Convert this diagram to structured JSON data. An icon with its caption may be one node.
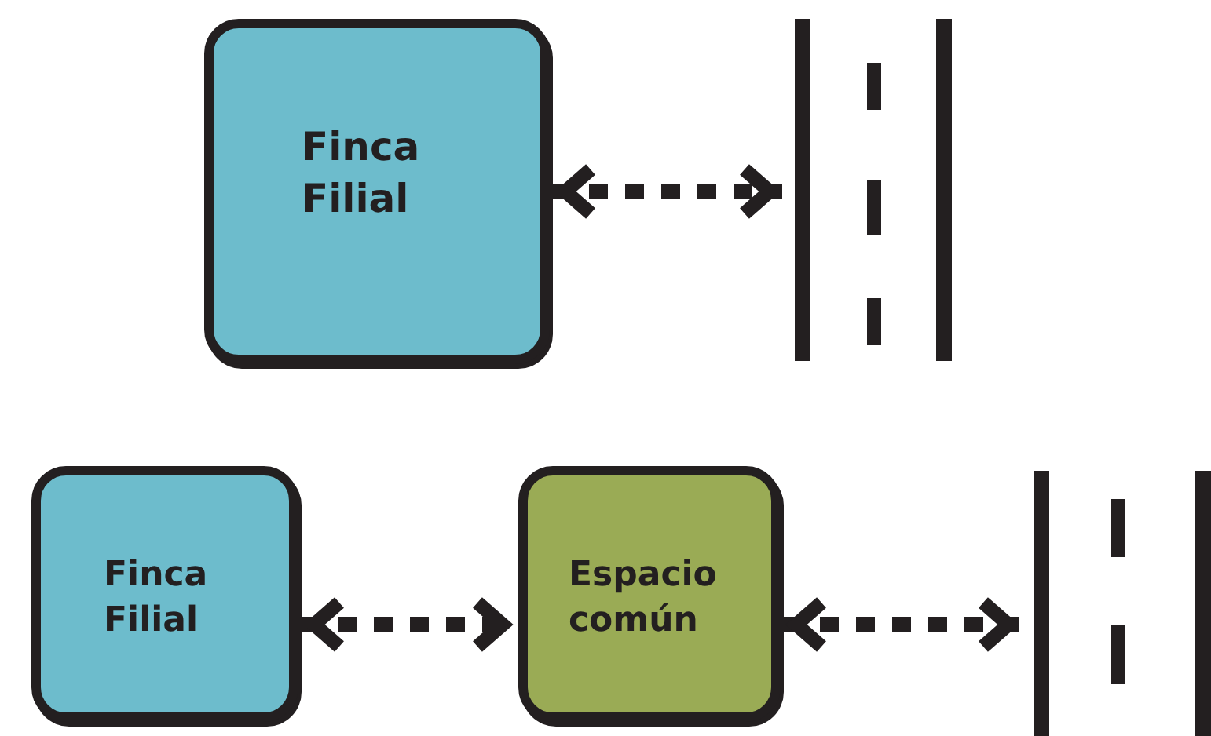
{
  "diagram": {
    "nodes": [
      {
        "text": [
          "Finca Filial"
        ]
      },
      {
        "text": [],
        "shape": "picture"
      },
      {
        "text": [
          "Finca Filial"
        ]
      },
      {
        "text": [
          "Espacio común"
        ]
      },
      {
        "text": [],
        "shape": "picture"
      }
    ],
    "edges": [
      {
        "from": 0,
        "to": 1,
        "arrow": "both",
        "style": "dashed"
      },
      {
        "from": 2,
        "to": 3,
        "arrow": "both",
        "style": "dashed"
      },
      {
        "from": 3,
        "to": 4,
        "arrow": "both",
        "style": "dashed"
      }
    ]
  }
}
